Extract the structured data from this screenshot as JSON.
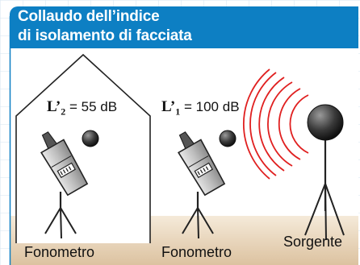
{
  "title": {
    "line1": "Collaudo dell’indice",
    "line2": "di isolamento di facciata"
  },
  "labels": {
    "indoor_meter": "Fonometro",
    "outdoor_meter": "Fonometro",
    "source": "Sorgente"
  },
  "levels": {
    "l2_symbol": "L’",
    "l2_sub": "2",
    "l2_value": "= 55 dB",
    "l1_symbol": "L’",
    "l1_sub": "1",
    "l1_value": "= 100 dB"
  },
  "colors": {
    "title_bg": "#0d7fc3",
    "ground": "#e6d1b5",
    "sound_waves": "#e02020",
    "grid": "#d6e6f2"
  },
  "icons": [
    "house-outline",
    "sound-level-meter",
    "loudspeaker-source",
    "sound-wave-arcs",
    "tripod-stand"
  ]
}
